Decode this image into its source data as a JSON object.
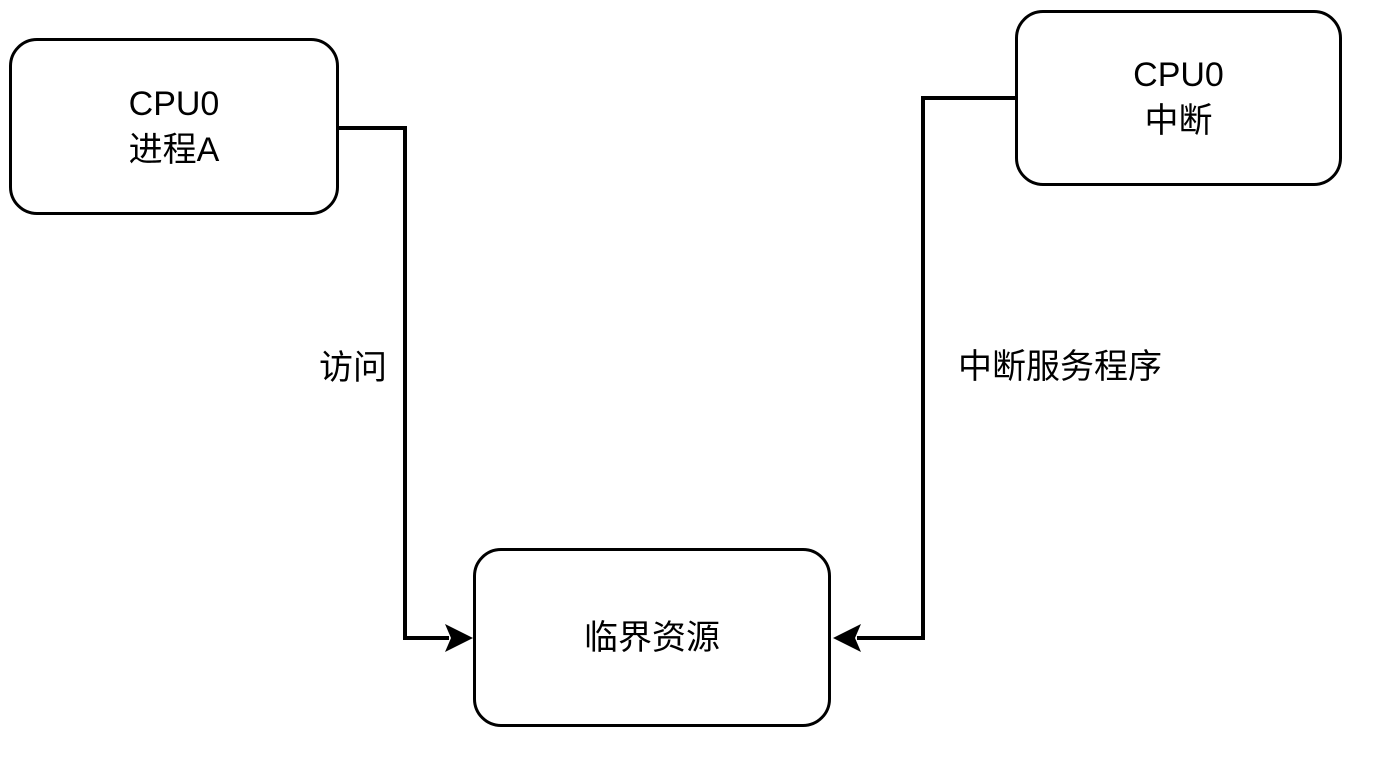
{
  "diagram": {
    "title": "critical-resource-access-diagram",
    "colors": {
      "stroke": "#000000",
      "node_fill": "#ffffff",
      "text": "#000000",
      "background": "#ffffff"
    },
    "nodes": [
      {
        "id": "cpu0-process-a",
        "lines": [
          "CPU0",
          "进程A"
        ]
      },
      {
        "id": "cpu0-interrupt",
        "lines": [
          "CPU0",
          "中断"
        ]
      },
      {
        "id": "critical-resource",
        "lines": [
          "临界资源"
        ]
      }
    ],
    "edges": [
      {
        "from": "cpu0-process-a",
        "to": "critical-resource",
        "label": "访问",
        "arrow": "filled-right"
      },
      {
        "from": "cpu0-interrupt",
        "to": "critical-resource",
        "label": "中断服务程序",
        "arrow": "filled-left"
      }
    ]
  }
}
